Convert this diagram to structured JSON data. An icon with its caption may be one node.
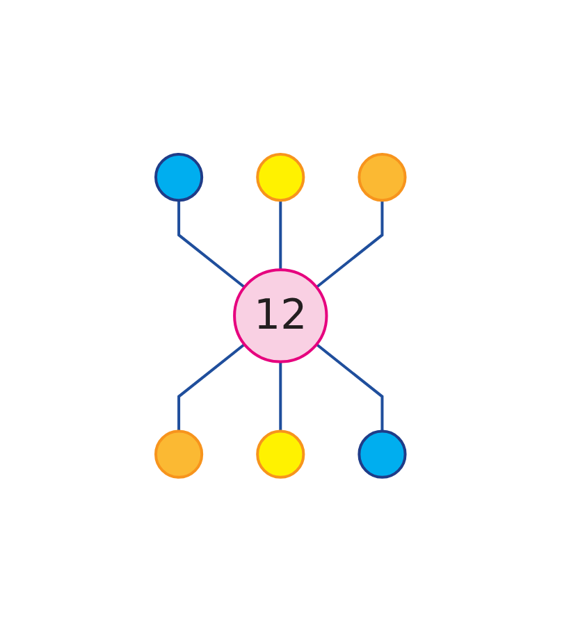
{
  "diagram": {
    "nodes": [
      {
        "text": [],
        "shape": "circle"
      },
      {
        "text": [],
        "shape": "circle"
      },
      {
        "text": [],
        "shape": "circle"
      },
      {
        "text": [
          "12"
        ]
      },
      {
        "text": [],
        "shape": "circle"
      },
      {
        "text": [],
        "shape": "circle"
      },
      {
        "text": [],
        "shape": "circle"
      }
    ],
    "edges": [
      {
        "from": 0,
        "to": 3,
        "arrow": "none"
      },
      {
        "from": 1,
        "to": 3,
        "arrow": "none"
      },
      {
        "from": 2,
        "to": 3,
        "arrow": "none"
      },
      {
        "from": 3,
        "to": 4,
        "arrow": "none"
      },
      {
        "from": 3,
        "to": 5,
        "arrow": "none"
      },
      {
        "from": 3,
        "to": 6,
        "arrow": "none"
      }
    ]
  }
}
